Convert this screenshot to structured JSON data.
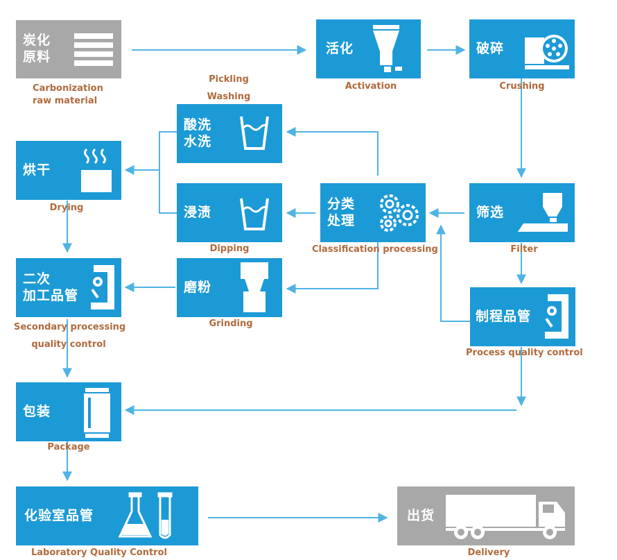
{
  "colors": {
    "box": "#1c9ad6",
    "box_gray": "#a8a8a8",
    "arrow": "#4fb3e3",
    "caption": "#b06a3c"
  },
  "nodes": {
    "raw": {
      "zh": "炭化\n原料",
      "caption": "Carbonization\nraw material",
      "icon": "document-lines-icon"
    },
    "activation": {
      "zh": "活化",
      "caption": "Activation",
      "icon": "furnace-icon"
    },
    "crushing": {
      "zh": "破碎",
      "caption": "Crushing",
      "icon": "crusher-icon"
    },
    "pickling": {
      "zh": "酸洗\n水洗",
      "caption": "Pickling\nWashing",
      "icon": "beaker-icon"
    },
    "drying": {
      "zh": "烘干",
      "caption": "Drying",
      "icon": "steam-icon"
    },
    "dipping": {
      "zh": "浸渍",
      "caption": "Dipping",
      "icon": "beaker-icon"
    },
    "classify": {
      "zh": "分类\n处理",
      "caption": "Classification processing",
      "icon": "gears-icon"
    },
    "filter": {
      "zh": "筛选",
      "caption": "Filter",
      "icon": "sieve-icon"
    },
    "secondary": {
      "zh": "二次\n加工品管",
      "caption": "Secondary processing\nquality control",
      "icon": "microscope-icon"
    },
    "grinding": {
      "zh": "磨粉",
      "caption": "Grinding",
      "icon": "mill-icon"
    },
    "processqc": {
      "zh": "制程品管",
      "caption": "Process quality control",
      "icon": "microscope-icon"
    },
    "package": {
      "zh": "包装",
      "caption": "Package",
      "icon": "bag-icon"
    },
    "lab": {
      "zh": "化验室品管",
      "caption": "Laboratory Quality Control",
      "icon": "flask-icon"
    },
    "delivery": {
      "zh": "出货",
      "caption": "Delivery",
      "icon": "truck-icon"
    }
  }
}
